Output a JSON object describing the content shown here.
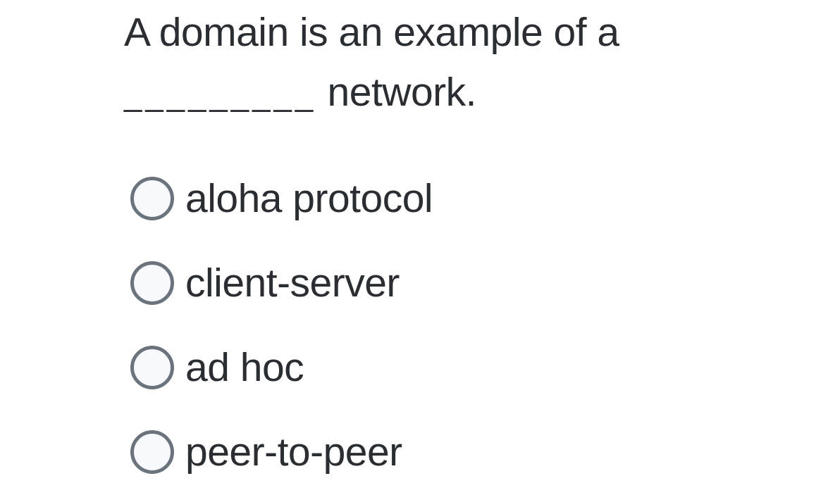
{
  "question": {
    "text_before_blank": "A domain is an example of a ",
    "blank": "_________",
    "text_after_blank": " network."
  },
  "options": [
    {
      "label": "aloha protocol",
      "selected": false
    },
    {
      "label": "client-server",
      "selected": false
    },
    {
      "label": "ad hoc",
      "selected": false
    },
    {
      "label": "peer-to-peer",
      "selected": false
    }
  ],
  "colors": {
    "background": "#ffffff",
    "text": "#2a2e33",
    "radio_border": "#6b747c",
    "radio_fill": "#f7f9fd"
  }
}
